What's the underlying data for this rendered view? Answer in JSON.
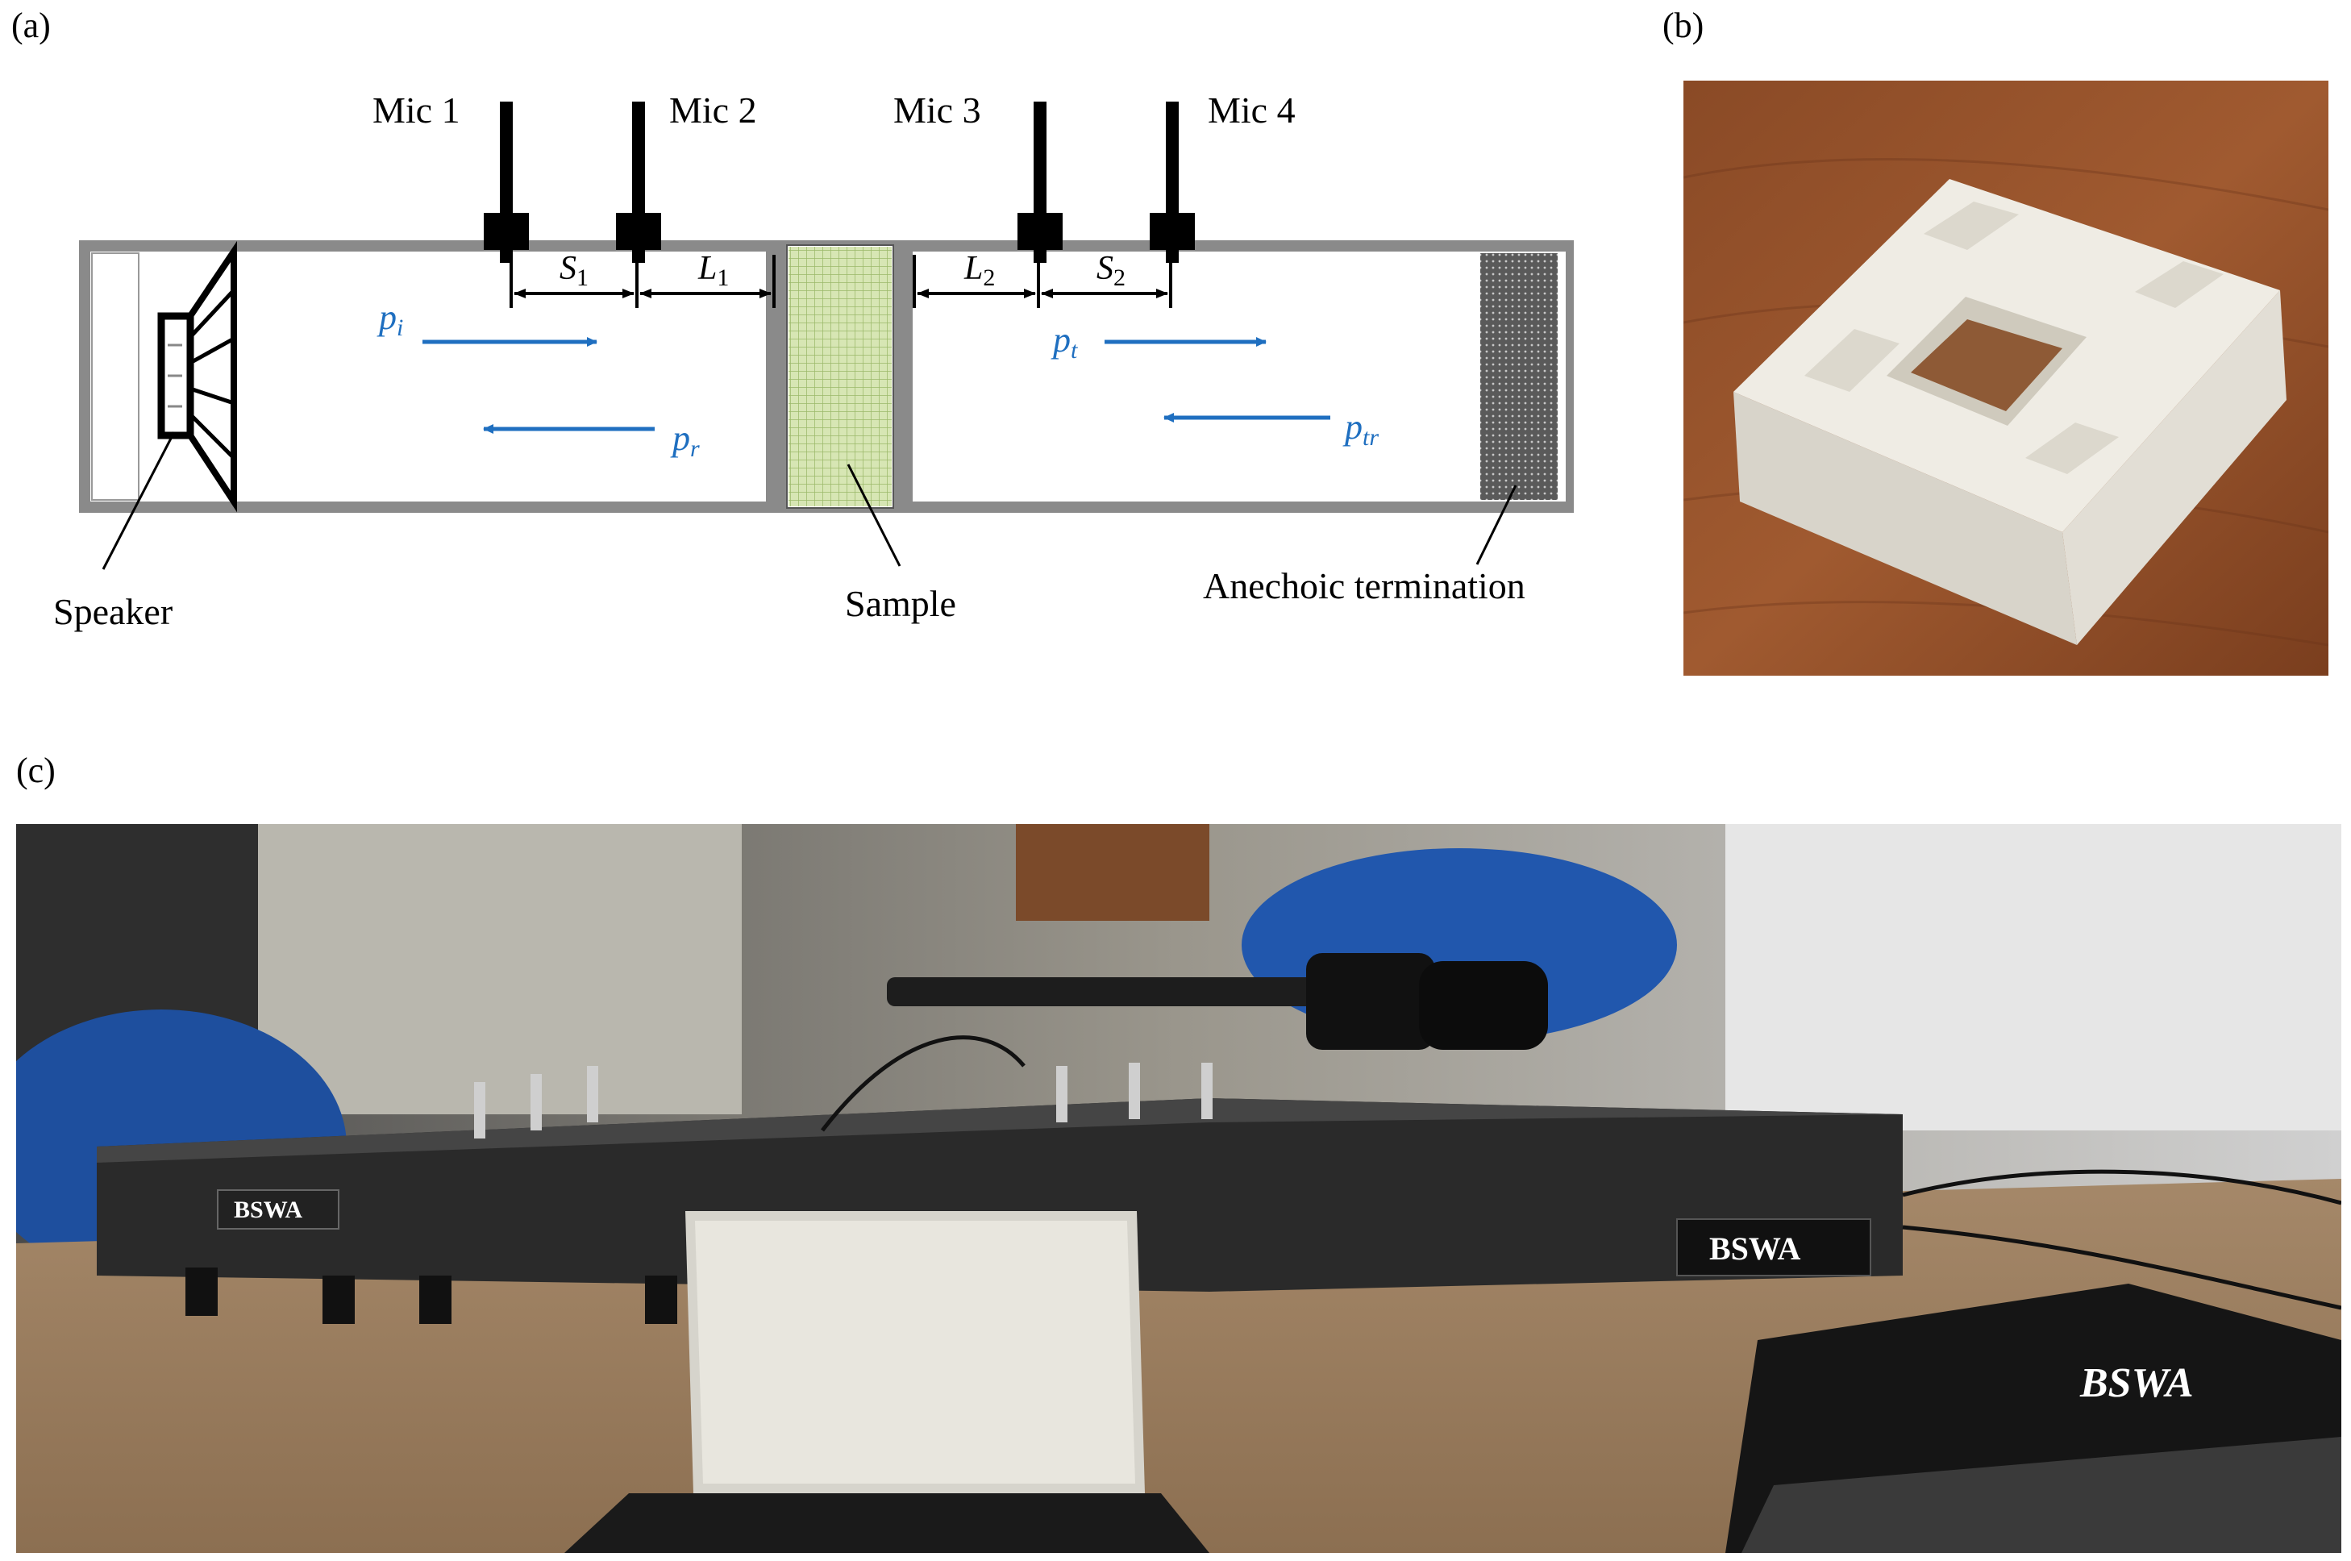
{
  "panels": {
    "a": "(a)",
    "b": "(b)",
    "c": "(c)"
  },
  "diagram": {
    "mics": [
      "Mic 1",
      "Mic 2",
      "Mic 3",
      "Mic 4"
    ],
    "spacing": {
      "s1": {
        "main": "S",
        "sub": "1"
      },
      "l1": {
        "main": "L",
        "sub": "1"
      },
      "l2": {
        "main": "L",
        "sub": "2"
      },
      "s2": {
        "main": "S",
        "sub": "2"
      }
    },
    "waves": {
      "pi": {
        "main": "p",
        "sub": "i"
      },
      "pr": {
        "main": "p",
        "sub": "r"
      },
      "pt": {
        "main": "p",
        "sub": "t"
      },
      "ptr": {
        "main": "p",
        "sub": "tr"
      }
    },
    "labels": {
      "speaker": "Speaker",
      "sample": "Sample",
      "anechoic": "Anechoic termination"
    }
  },
  "photo_c": {
    "brand_small": "BSWA",
    "brand_tube": "BSWA",
    "brand_box": "BSWA"
  },
  "colors": {
    "wave_arrow": "#1f6fc0",
    "sample_fill": "#cfe0a8",
    "termination_fill": "#6e6e6e",
    "tube_outline": "#4a4a4a"
  }
}
